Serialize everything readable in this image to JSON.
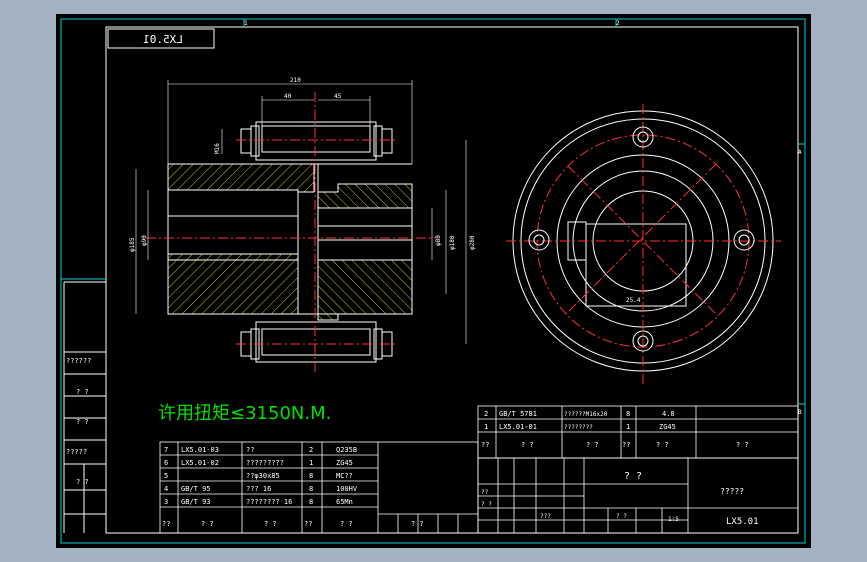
{
  "drawing": {
    "drawing_code_mirrored": "LX5.01",
    "torque_note": "许用扭矩≤3150N.M.",
    "zone_letters": {
      "top_1": "1",
      "top_2": "2",
      "side_a": "A",
      "side_b": "B"
    },
    "dimensions": {
      "overall_length": "210",
      "left_width": "40",
      "right_width": "45",
      "stud": "M16",
      "left_dia": "φ185",
      "left_bore": "φ90",
      "right_bore": "φ80",
      "right_dia": "φ180",
      "right_outer": "φ280"
    },
    "flange_view": {
      "keyway_label": "25.4"
    }
  },
  "bom_top": [
    {
      "no": "2",
      "code": "GB/T 5781",
      "name": "??????M16x20",
      "qty": "8",
      "material": "4.8"
    },
    {
      "no": "1",
      "code": "LX5.01-01",
      "name": "????????",
      "qty": "1",
      "material": "ZG45"
    }
  ],
  "bom_top_header": {
    "no": "??",
    "code": "? ?",
    "name": "? ?",
    "qty": "??",
    "material": "? ?",
    "remark": "? ?"
  },
  "parts_list": [
    {
      "no": "7",
      "code": "LX5.01-03",
      "name": "??",
      "qty": "2",
      "material": "Q235B"
    },
    {
      "no": "6",
      "code": "LX5.01-02",
      "name": "?????????",
      "qty": "1",
      "material": "ZG45"
    },
    {
      "no": "5",
      "code": "",
      "name": "??φ30x85",
      "qty": "8",
      "material": "MC??"
    },
    {
      "no": "4",
      "code": "GB/T 95",
      "name": "??? 16",
      "qty": "8",
      "material": "100HV"
    },
    {
      "no": "3",
      "code": "GB/T 93",
      "name": "???????? 16",
      "qty": "8",
      "material": "65Mn"
    }
  ],
  "parts_header": {
    "no": "??",
    "code": "? ?",
    "name": "? ?",
    "qty": "??",
    "material": "? ?",
    "remark": "? ?"
  },
  "title_block": {
    "part_name": "? ?",
    "company": "?????",
    "drawing_no": "LX5.01",
    "scale": "1:5",
    "small_marks": [
      "??",
      "? ?",
      "???",
      "? ?"
    ]
  },
  "left_margin_labels": [
    "??????",
    "? ?",
    "? ?",
    "?????",
    "? ?"
  ]
}
